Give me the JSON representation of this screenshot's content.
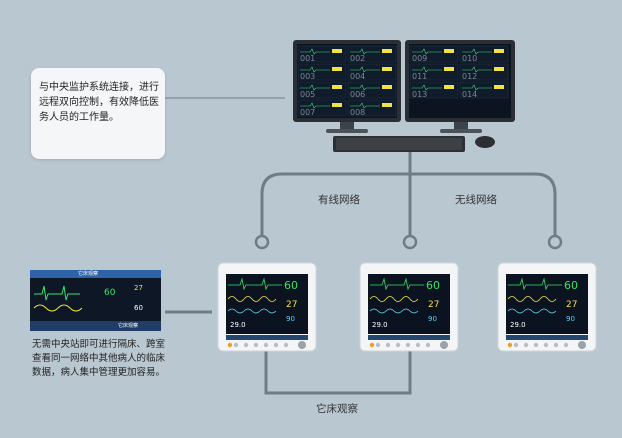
{
  "callout": {
    "text": "与中央监护系统连接，进行远程双向控制，有效降低医务人员的工作量。"
  },
  "labels": {
    "wired": "有线网络",
    "wireless": "无线网络",
    "other_bed": "它床观察"
  },
  "note": {
    "text": "无需中央站即可进行隔床、跨室查看同一网络中其他病人的临床数据，病人集中管理更加容易。"
  },
  "central_station": {
    "left_bed_numbers": [
      "001",
      "002",
      "003",
      "004",
      "005",
      "006",
      "007",
      "008"
    ],
    "right_bed_numbers": [
      "009",
      "010",
      "011",
      "012",
      "013",
      "014"
    ]
  },
  "monitor_screen": {
    "hr": "60",
    "spo2": "27",
    "nibp": "90",
    "rr": "29.0"
  },
  "screenshot": {
    "title": "它床观察",
    "hr": "60",
    "value2": "27",
    "value3": "60",
    "button": "它床观察"
  },
  "colors": {
    "background": "#b9c7d1",
    "connector": "#6f7d88",
    "wave_green": "#36e36a",
    "wave_yellow": "#f2e24a",
    "wave_cyan": "#58d6f0"
  }
}
